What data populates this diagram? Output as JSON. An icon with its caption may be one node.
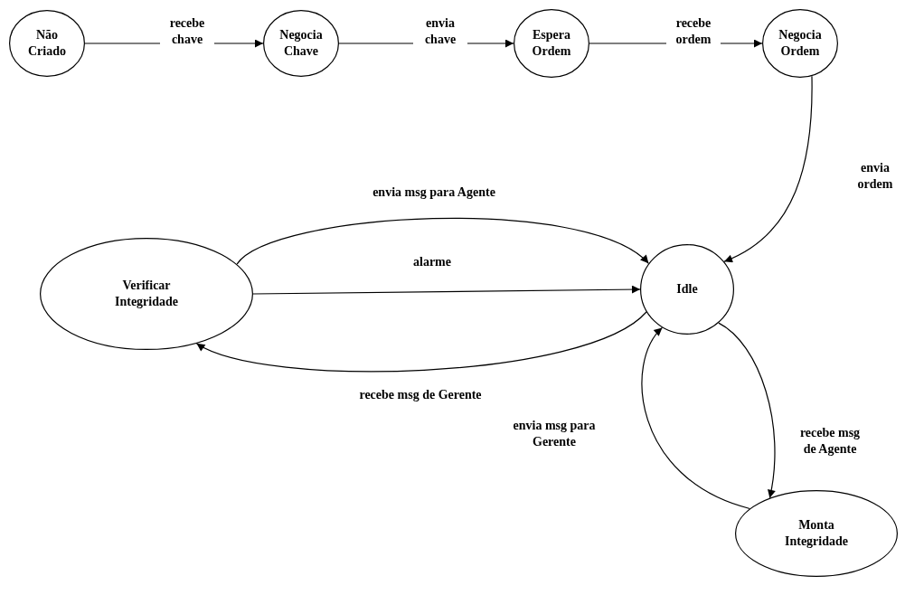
{
  "diagram": {
    "nodes": [
      {
        "text": [
          "Não Criado"
        ]
      },
      {
        "text": [
          "Negocia Chave"
        ]
      },
      {
        "text": [
          "Espera Ordem"
        ]
      },
      {
        "text": [
          "Negocia Ordem"
        ]
      },
      {
        "text": [
          "Verificar Integridade"
        ]
      },
      {
        "text": [
          "Idle"
        ]
      },
      {
        "text": [
          "Monta Integridade"
        ]
      }
    ],
    "edges": [
      {
        "from": 0,
        "to": 1,
        "arrow": "to",
        "label": "recebe chave"
      },
      {
        "from": 1,
        "to": 2,
        "arrow": "to",
        "label": "envia chave"
      },
      {
        "from": 2,
        "to": 3,
        "arrow": "to",
        "label": "recebe ordem"
      },
      {
        "from": 3,
        "to": 5,
        "arrow": "to",
        "label": "envia ordem"
      },
      {
        "from": 4,
        "to": 5,
        "arrow": "to",
        "label": "envia msg para Agente"
      },
      {
        "from": 4,
        "to": 5,
        "arrow": "to",
        "label": "alarme"
      },
      {
        "from": 5,
        "to": 4,
        "arrow": "to",
        "label": "recebe msg de Gerente"
      },
      {
        "from": 5,
        "to": 6,
        "arrow": "to",
        "label": "recebe msg de Agente"
      },
      {
        "from": 6,
        "to": 5,
        "arrow": "to",
        "label": "envia msg para Gerente"
      }
    ]
  }
}
